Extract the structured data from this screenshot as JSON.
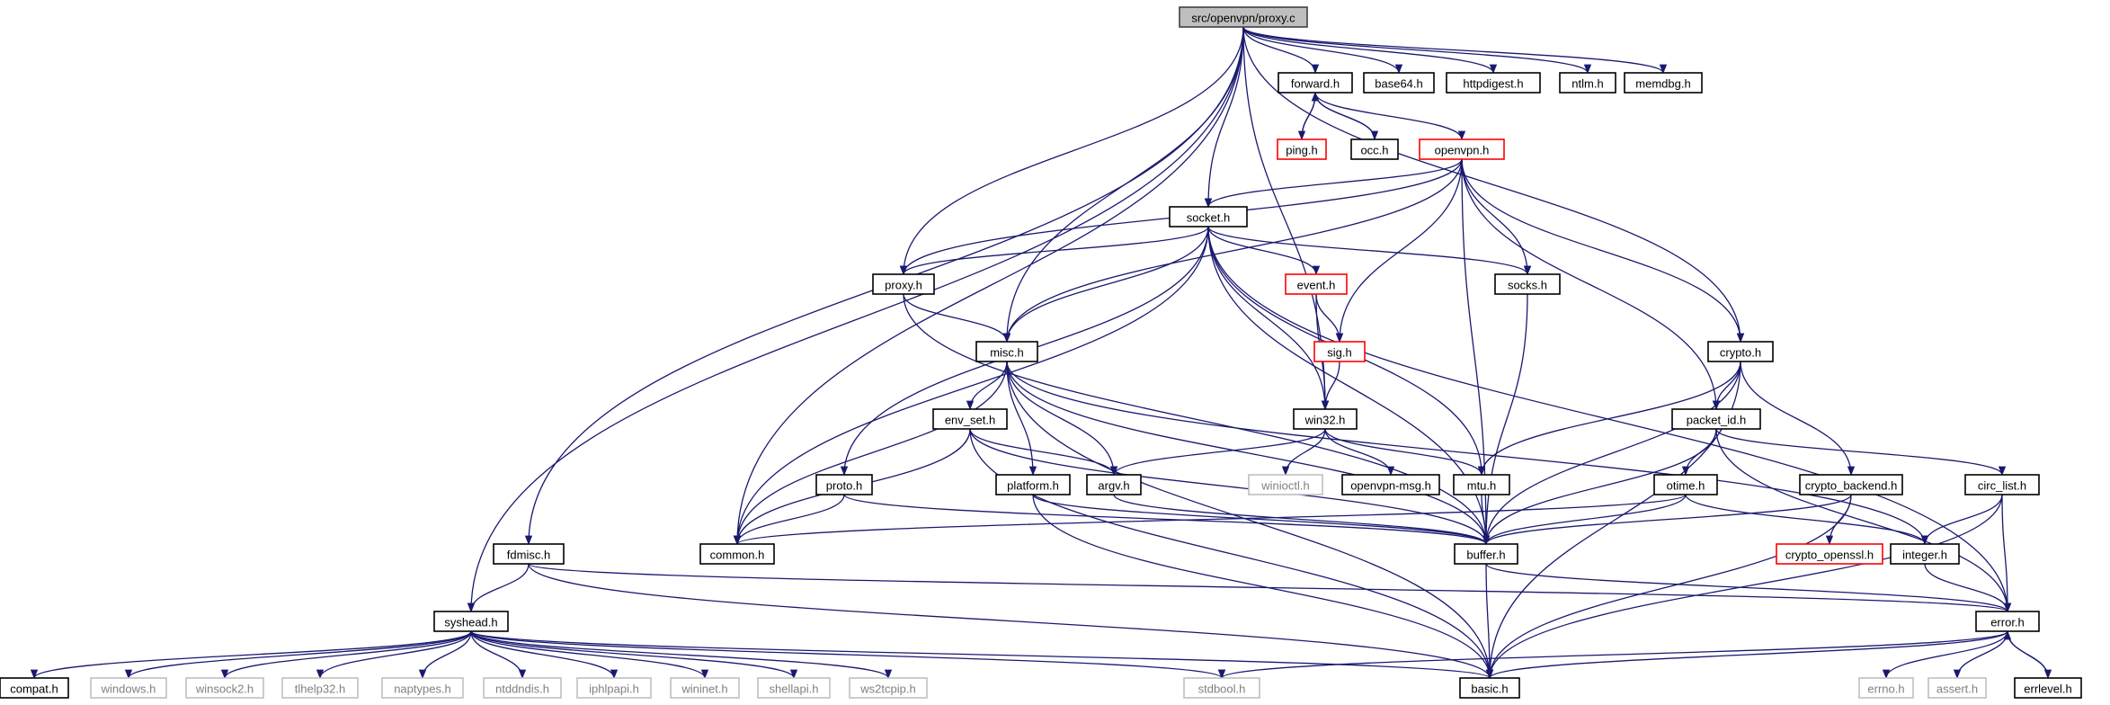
{
  "graph": {
    "colors": {
      "edge": "#191970",
      "root_fill": "#bfbfbf",
      "default_border": "#000000",
      "truncated_border": "#ff0000",
      "system_border": "#bfbfbf",
      "system_text": "#808080",
      "text": "#000000"
    },
    "nodes": [
      {
        "id": "proxy_c",
        "label": "src/openvpn/proxy.c",
        "kind": "root"
      },
      {
        "id": "forward_h",
        "label": "forward.h",
        "kind": "default"
      },
      {
        "id": "base64_h",
        "label": "base64.h",
        "kind": "default"
      },
      {
        "id": "httpdigest_h",
        "label": "httpdigest.h",
        "kind": "default"
      },
      {
        "id": "ntlm_h",
        "label": "ntlm.h",
        "kind": "default"
      },
      {
        "id": "memdbg_h",
        "label": "memdbg.h",
        "kind": "default"
      },
      {
        "id": "ping_h",
        "label": "ping.h",
        "kind": "truncated"
      },
      {
        "id": "occ_h",
        "label": "occ.h",
        "kind": "default"
      },
      {
        "id": "openvpn_h",
        "label": "openvpn.h",
        "kind": "truncated"
      },
      {
        "id": "socket_h",
        "label": "socket.h",
        "kind": "default"
      },
      {
        "id": "proxy_h",
        "label": "proxy.h",
        "kind": "default"
      },
      {
        "id": "event_h",
        "label": "event.h",
        "kind": "truncated"
      },
      {
        "id": "socks_h",
        "label": "socks.h",
        "kind": "default"
      },
      {
        "id": "sig_h",
        "label": "sig.h",
        "kind": "truncated"
      },
      {
        "id": "crypto_h",
        "label": "crypto.h",
        "kind": "default"
      },
      {
        "id": "misc_h",
        "label": "misc.h",
        "kind": "default"
      },
      {
        "id": "win32_h",
        "label": "win32.h",
        "kind": "default"
      },
      {
        "id": "packet_id_h",
        "label": "packet_id.h",
        "kind": "default"
      },
      {
        "id": "env_set_h",
        "label": "env_set.h",
        "kind": "default"
      },
      {
        "id": "proto_h",
        "label": "proto.h",
        "kind": "default"
      },
      {
        "id": "platform_h",
        "label": "platform.h",
        "kind": "default"
      },
      {
        "id": "argv_h",
        "label": "argv.h",
        "kind": "default"
      },
      {
        "id": "winioctl_h",
        "label": "winioctl.h",
        "kind": "system"
      },
      {
        "id": "openvpn_msg_h",
        "label": "openvpn-msg.h",
        "kind": "default"
      },
      {
        "id": "mtu_h",
        "label": "mtu.h",
        "kind": "default"
      },
      {
        "id": "otime_h",
        "label": "otime.h",
        "kind": "default"
      },
      {
        "id": "crypto_backend_h",
        "label": "crypto_backend.h",
        "kind": "default"
      },
      {
        "id": "circ_list_h",
        "label": "circ_list.h",
        "kind": "default"
      },
      {
        "id": "fdmisc_h",
        "label": "fdmisc.h",
        "kind": "default"
      },
      {
        "id": "common_h",
        "label": "common.h",
        "kind": "default"
      },
      {
        "id": "buffer_h",
        "label": "buffer.h",
        "kind": "default"
      },
      {
        "id": "crypto_openssl_h",
        "label": "crypto_openssl.h",
        "kind": "truncated"
      },
      {
        "id": "integer_h",
        "label": "integer.h",
        "kind": "default"
      },
      {
        "id": "syshead_h",
        "label": "syshead.h",
        "kind": "default"
      },
      {
        "id": "error_h",
        "label": "error.h",
        "kind": "default"
      },
      {
        "id": "compat_h",
        "label": "compat.h",
        "kind": "default"
      },
      {
        "id": "windows_h",
        "label": "windows.h",
        "kind": "system"
      },
      {
        "id": "winsock2_h",
        "label": "winsock2.h",
        "kind": "system"
      },
      {
        "id": "tlhelp32_h",
        "label": "tlhelp32.h",
        "kind": "system"
      },
      {
        "id": "naptypes_h",
        "label": "naptypes.h",
        "kind": "system"
      },
      {
        "id": "ntddndis_h",
        "label": "ntddndis.h",
        "kind": "system"
      },
      {
        "id": "iphlpapi_h",
        "label": "iphlpapi.h",
        "kind": "system"
      },
      {
        "id": "wininet_h",
        "label": "wininet.h",
        "kind": "system"
      },
      {
        "id": "shellapi_h",
        "label": "shellapi.h",
        "kind": "system"
      },
      {
        "id": "ws2tcpip_h",
        "label": "ws2tcpip.h",
        "kind": "system"
      },
      {
        "id": "stdbool_h",
        "label": "stdbool.h",
        "kind": "system"
      },
      {
        "id": "basic_h",
        "label": "basic.h",
        "kind": "default"
      },
      {
        "id": "errno_h",
        "label": "errno.h",
        "kind": "system"
      },
      {
        "id": "assert_h",
        "label": "assert.h",
        "kind": "system"
      },
      {
        "id": "errlevel_h",
        "label": "errlevel.h",
        "kind": "default"
      }
    ],
    "edges": [
      [
        "proxy_c",
        "forward_h"
      ],
      [
        "proxy_c",
        "base64_h"
      ],
      [
        "proxy_c",
        "httpdigest_h"
      ],
      [
        "proxy_c",
        "ntlm_h"
      ],
      [
        "proxy_c",
        "memdbg_h"
      ],
      [
        "proxy_c",
        "socket_h"
      ],
      [
        "proxy_c",
        "proxy_h"
      ],
      [
        "proxy_c",
        "misc_h"
      ],
      [
        "proxy_c",
        "win32_h"
      ],
      [
        "proxy_c",
        "crypto_h"
      ],
      [
        "proxy_c",
        "fdmisc_h"
      ],
      [
        "proxy_c",
        "common_h"
      ],
      [
        "proxy_c",
        "syshead_h"
      ],
      [
        "forward_h",
        "ping_h"
      ],
      [
        "forward_h",
        "occ_h"
      ],
      [
        "forward_h",
        "openvpn_h"
      ],
      [
        "ping_h",
        "forward_h"
      ],
      [
        "occ_h",
        "forward_h"
      ],
      [
        "openvpn_h",
        "socket_h"
      ],
      [
        "openvpn_h",
        "proxy_h"
      ],
      [
        "openvpn_h",
        "misc_h"
      ],
      [
        "openvpn_h",
        "socks_h"
      ],
      [
        "openvpn_h",
        "sig_h"
      ],
      [
        "openvpn_h",
        "crypto_h"
      ],
      [
        "openvpn_h",
        "packet_id_h"
      ],
      [
        "openvpn_h",
        "buffer_h"
      ],
      [
        "socket_h",
        "proxy_h"
      ],
      [
        "socket_h",
        "misc_h"
      ],
      [
        "socket_h",
        "event_h"
      ],
      [
        "socket_h",
        "socks_h"
      ],
      [
        "socket_h",
        "win32_h"
      ],
      [
        "socket_h",
        "mtu_h"
      ],
      [
        "socket_h",
        "buffer_h"
      ],
      [
        "socket_h",
        "common_h"
      ],
      [
        "socket_h",
        "proto_h"
      ],
      [
        "socket_h",
        "error_h"
      ],
      [
        "proxy_h",
        "misc_h"
      ],
      [
        "proxy_h",
        "buffer_h"
      ],
      [
        "event_h",
        "sig_h"
      ],
      [
        "event_h",
        "win32_h"
      ],
      [
        "sig_h",
        "win32_h"
      ],
      [
        "socks_h",
        "buffer_h"
      ],
      [
        "misc_h",
        "env_set_h"
      ],
      [
        "misc_h",
        "platform_h"
      ],
      [
        "misc_h",
        "argv_h"
      ],
      [
        "misc_h",
        "buffer_h"
      ],
      [
        "misc_h",
        "common_h"
      ],
      [
        "misc_h",
        "basic_h"
      ],
      [
        "misc_h",
        "integer_h"
      ],
      [
        "env_set_h",
        "argv_h"
      ],
      [
        "env_set_h",
        "common_h"
      ],
      [
        "env_set_h",
        "buffer_h"
      ],
      [
        "env_set_h",
        "basic_h"
      ],
      [
        "win32_h",
        "argv_h"
      ],
      [
        "win32_h",
        "winioctl_h"
      ],
      [
        "win32_h",
        "openvpn_msg_h"
      ],
      [
        "win32_h",
        "mtu_h"
      ],
      [
        "proto_h",
        "common_h"
      ],
      [
        "proto_h",
        "buffer_h"
      ],
      [
        "platform_h",
        "buffer_h"
      ],
      [
        "platform_h",
        "basic_h"
      ],
      [
        "argv_h",
        "buffer_h"
      ],
      [
        "mtu_h",
        "buffer_h"
      ],
      [
        "crypto_h",
        "packet_id_h"
      ],
      [
        "crypto_h",
        "crypto_backend_h"
      ],
      [
        "crypto_h",
        "mtu_h"
      ],
      [
        "crypto_h",
        "buffer_h"
      ],
      [
        "crypto_h",
        "basic_h"
      ],
      [
        "packet_id_h",
        "otime_h"
      ],
      [
        "packet_id_h",
        "circ_list_h"
      ],
      [
        "packet_id_h",
        "buffer_h"
      ],
      [
        "packet_id_h",
        "error_h"
      ],
      [
        "otime_h",
        "common_h"
      ],
      [
        "otime_h",
        "integer_h"
      ],
      [
        "otime_h",
        "buffer_h"
      ],
      [
        "crypto_backend_h",
        "crypto_openssl_h"
      ],
      [
        "crypto_backend_h",
        "buffer_h"
      ],
      [
        "crypto_backend_h",
        "basic_h"
      ],
      [
        "circ_list_h",
        "integer_h"
      ],
      [
        "circ_list_h",
        "error_h"
      ],
      [
        "circ_list_h",
        "basic_h"
      ],
      [
        "fdmisc_h",
        "syshead_h"
      ],
      [
        "fdmisc_h",
        "error_h"
      ],
      [
        "fdmisc_h",
        "basic_h"
      ],
      [
        "buffer_h",
        "basic_h"
      ],
      [
        "buffer_h",
        "error_h"
      ],
      [
        "integer_h",
        "error_h"
      ],
      [
        "syshead_h",
        "compat_h"
      ],
      [
        "syshead_h",
        "windows_h"
      ],
      [
        "syshead_h",
        "winsock2_h"
      ],
      [
        "syshead_h",
        "tlhelp32_h"
      ],
      [
        "syshead_h",
        "naptypes_h"
      ],
      [
        "syshead_h",
        "ntddndis_h"
      ],
      [
        "syshead_h",
        "iphlpapi_h"
      ],
      [
        "syshead_h",
        "wininet_h"
      ],
      [
        "syshead_h",
        "shellapi_h"
      ],
      [
        "syshead_h",
        "ws2tcpip_h"
      ],
      [
        "syshead_h",
        "stdbool_h"
      ],
      [
        "syshead_h",
        "basic_h"
      ],
      [
        "error_h",
        "basic_h"
      ],
      [
        "error_h",
        "stdbool_h"
      ],
      [
        "error_h",
        "errno_h"
      ],
      [
        "error_h",
        "assert_h"
      ],
      [
        "error_h",
        "errlevel_h"
      ],
      [
        "errlevel_h",
        "error_h"
      ]
    ]
  }
}
